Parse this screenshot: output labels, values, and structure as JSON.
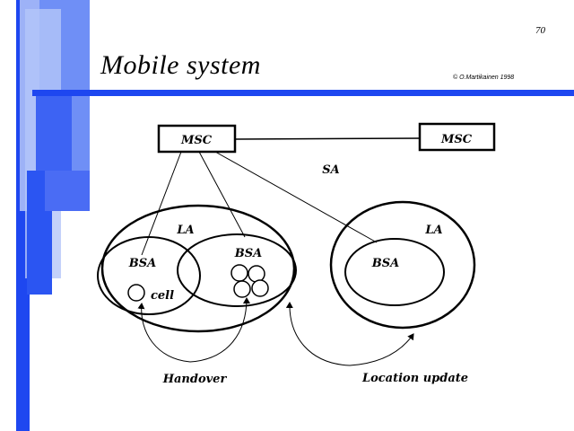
{
  "slide": {
    "page_number": "70",
    "title": "Mobile system",
    "copyright": "© O.Martikainen 1998"
  },
  "diagram": {
    "msc_left_label": "MSC",
    "msc_right_label": "MSC",
    "sa_label": "SA",
    "la_left_label": "LA",
    "la_right_label": "LA",
    "bsa_left_label": "BSA",
    "bsa_middle_label": "BSA",
    "bsa_right_label": "BSA",
    "cell_label": "cell",
    "handover_label": "Handover",
    "location_update_label": "Location update"
  },
  "colors": {
    "decoration_blue": "#1e47f0",
    "decoration_light": "#b7c6f8",
    "decoration_mid": "#5f82f5"
  }
}
